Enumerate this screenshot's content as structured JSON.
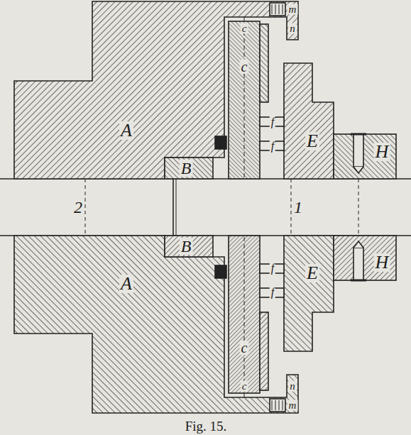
{
  "diagram": {
    "caption": "Fig. 15.",
    "labels": [
      "m",
      "n",
      "c",
      "c",
      "f",
      "A",
      "f",
      "E",
      "H",
      "B",
      "2",
      "1",
      "B",
      "A",
      "f",
      "E",
      "H",
      "f",
      "c",
      "c",
      "n",
      "m"
    ]
  }
}
